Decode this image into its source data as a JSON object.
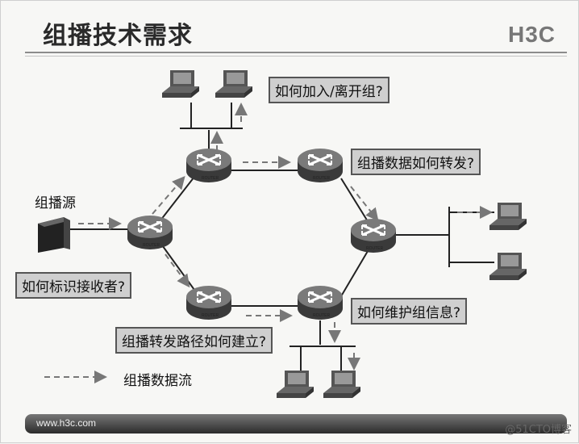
{
  "title": "组播技术需求",
  "logo": "H3C",
  "labels": {
    "source": "组播源",
    "join_leave": "如何加入/离开组?",
    "forward": "组播数据如何转发?",
    "identify_receiver": "如何标识接收者?",
    "maintain_group": "如何维护组信息?",
    "build_path": "组播转发路径如何建立?"
  },
  "legend": {
    "flow": "组播数据流"
  },
  "router_text": "ROUTER",
  "footer": {
    "url": "www.h3c.com"
  },
  "watermark": "@51CTO博客"
}
